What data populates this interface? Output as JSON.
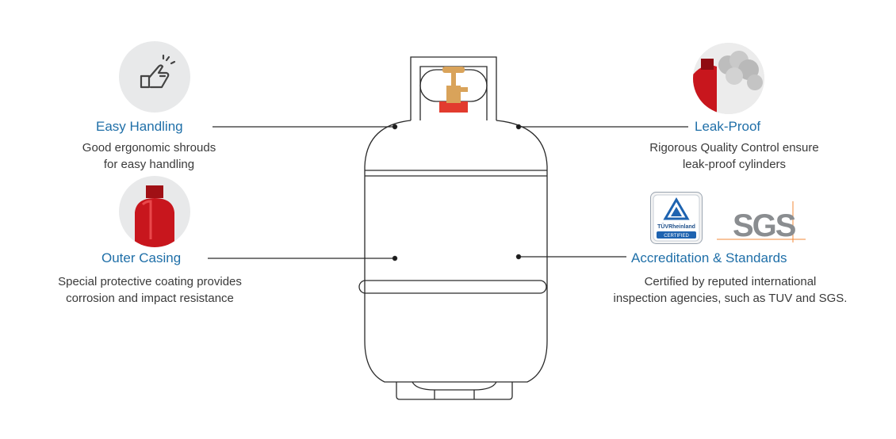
{
  "features": {
    "easy_handling": {
      "title": "Easy Handling",
      "desc": [
        "Good ergonomic shrouds",
        "for easy handling"
      ],
      "icon": "hand-pointing-icon"
    },
    "outer_casing": {
      "title": "Outer Casing",
      "desc": [
        "Special protective coating provides",
        "corrosion and impact resistance"
      ],
      "icon": "red-cylinder-icon"
    },
    "leak_proof": {
      "title": "Leak-Proof",
      "desc": [
        "Rigorous Quality Control ensure",
        "leak-proof cylinders"
      ],
      "icon": "cylinder-smoke-icon"
    },
    "accreditation": {
      "title": "Accreditation & Standards",
      "desc": [
        "Certified by reputed international",
        "inspection agencies, such as TUV and SGS."
      ]
    }
  },
  "logos": {
    "tuv": {
      "name": "TÜVRheinland",
      "badge": "CERTIFIED"
    },
    "sgs": {
      "name": "SGS"
    }
  },
  "colors": {
    "title": "#1f6fa8",
    "text": "#3a3a3a",
    "outline": "#2a2a2a",
    "valve": "#d9a35a",
    "valve_base": "#e23b2e",
    "cylinder_red": "#c8161d",
    "sgs_orange": "#f28a3a"
  }
}
